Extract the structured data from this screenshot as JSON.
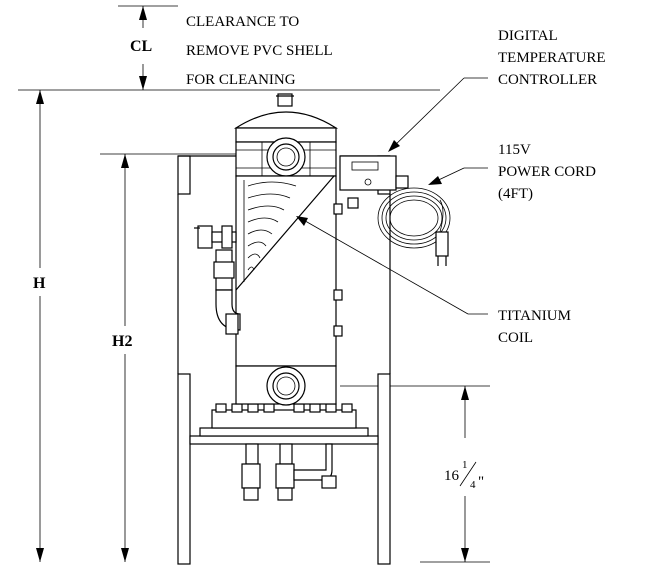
{
  "labels": {
    "clearance": [
      "CLEARANCE TO",
      "REMOVE PVC SHELL",
      "FOR CLEANING"
    ],
    "controller": [
      "DIGITAL",
      "TEMPERATURE",
      "CONTROLLER"
    ],
    "power": [
      "115V",
      "POWER CORD",
      "(4FT)"
    ],
    "coil": [
      "TITANIUM",
      "COIL"
    ]
  },
  "dimensions": {
    "cl": "CL",
    "h": "H",
    "h2": "H2",
    "base_whole": "16",
    "base_num": "1",
    "base_den": "4",
    "base_unit": "\""
  }
}
